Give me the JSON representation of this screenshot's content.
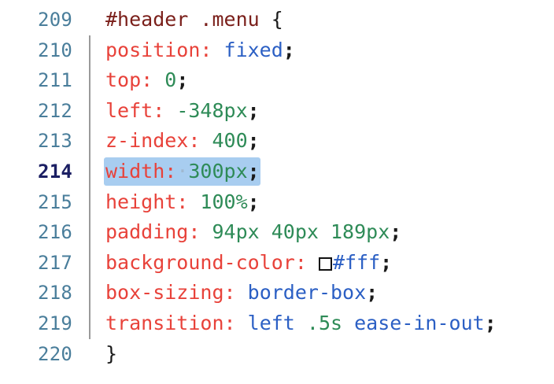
{
  "editor": {
    "language": "css",
    "selector_color": "#7a1f1a",
    "property_color": "#e8423a",
    "value_keyword_color": "#2b5fc4",
    "value_number_color": "#2e8b57",
    "punctuation_color": "#1a1a1a",
    "gutter_color": "#4a7e9b",
    "gutter_active_color": "#1b1f63",
    "selection_color": "#a8cdf0",
    "indent_guide_color": "#9a9a9a",
    "background_color": "#ffffff",
    "active_line_number": "214",
    "selected_text": "width: 300px;",
    "color_swatch_value": "#fff",
    "lines": [
      {
        "number": "209",
        "selector": "#header .menu",
        "brace": " {"
      },
      {
        "number": "210",
        "property": "position:",
        "space": " ",
        "value": "fixed",
        "semicolon": ";"
      },
      {
        "number": "211",
        "property": "top:",
        "space": " ",
        "value": "0",
        "semicolon": ";"
      },
      {
        "number": "212",
        "property": "left:",
        "space": " ",
        "value": "-348px",
        "semicolon": ";"
      },
      {
        "number": "213",
        "property": "z-index:",
        "space": " ",
        "value": "400",
        "semicolon": ";"
      },
      {
        "number": "214",
        "property": "width:",
        "space": "·",
        "value": "300px",
        "semicolon": ";"
      },
      {
        "number": "215",
        "property": "height:",
        "space": " ",
        "value": "100%",
        "semicolon": ";"
      },
      {
        "number": "216",
        "property": "padding:",
        "space": " ",
        "value": "94px 40px 189px",
        "semicolon": ";"
      },
      {
        "number": "217",
        "property": "background-color:",
        "space": " ",
        "value": "#fff",
        "semicolon": ";"
      },
      {
        "number": "218",
        "property": "box-sizing:",
        "space": " ",
        "value": "border-box",
        "semicolon": ";"
      },
      {
        "number": "219",
        "property": "transition:",
        "space": " ",
        "value_kw1": "left",
        "value_num": " .5s",
        "value_kw2": " ease-in-out",
        "semicolon": ";"
      },
      {
        "number": "220",
        "closing_brace": "}"
      }
    ]
  }
}
